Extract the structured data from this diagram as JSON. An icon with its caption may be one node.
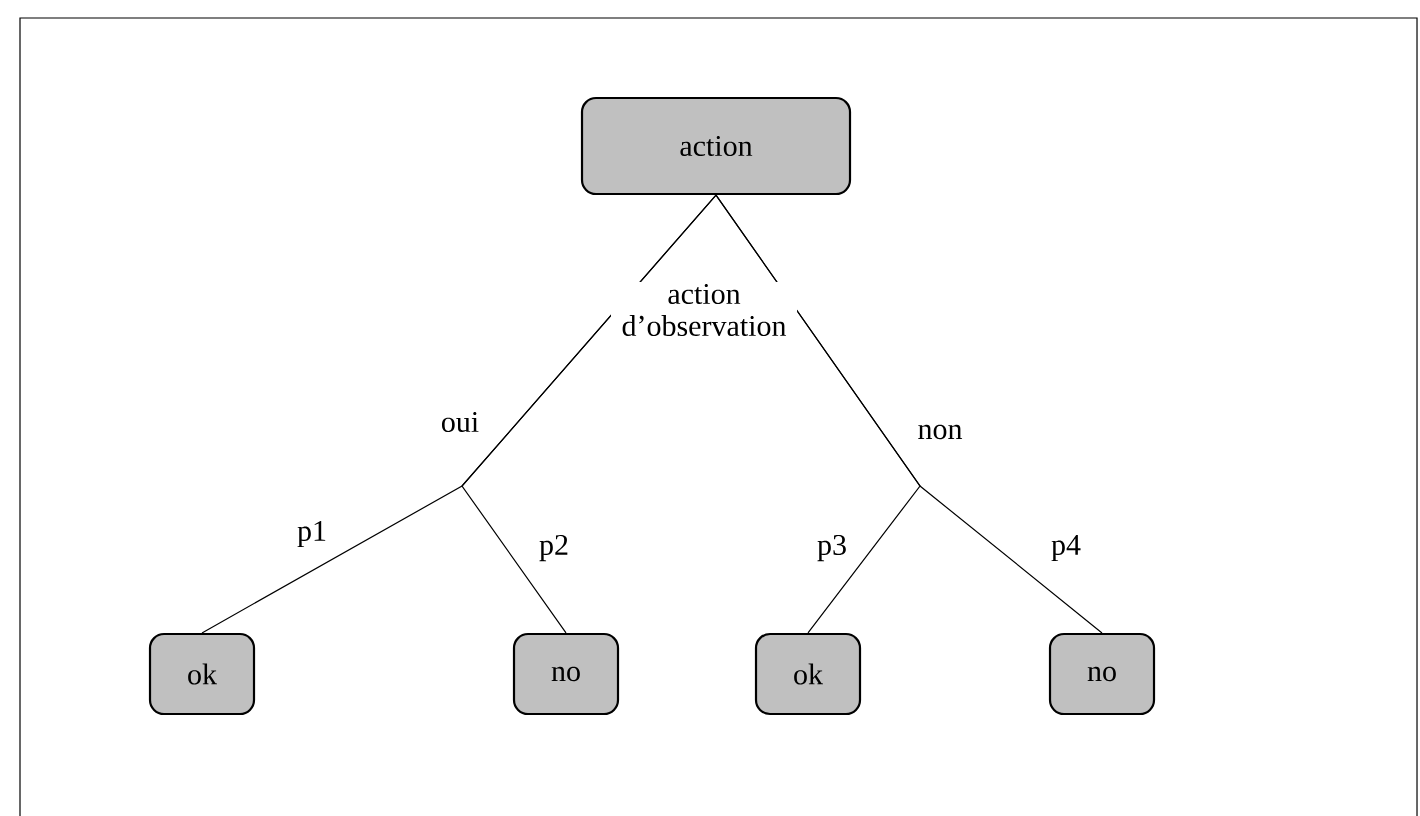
{
  "diagram": {
    "nodes": [
      {
        "text": [
          "action"
        ]
      },
      {
        "text": [
          "ok"
        ]
      },
      {
        "text": [
          "no"
        ]
      },
      {
        "text": [
          "ok"
        ]
      },
      {
        "text": [
          "no"
        ]
      }
    ],
    "edges": [
      {
        "from": 0,
        "to": 1,
        "arrow": "none",
        "label": "p1"
      },
      {
        "from": 0,
        "to": 2,
        "arrow": "none",
        "label": "p2"
      },
      {
        "from": 0,
        "to": 3,
        "arrow": "none",
        "label": "p3"
      },
      {
        "from": 0,
        "to": 4,
        "arrow": "none",
        "label": "p4"
      }
    ],
    "labels": [
      "action d’observation",
      "oui",
      "non"
    ]
  }
}
